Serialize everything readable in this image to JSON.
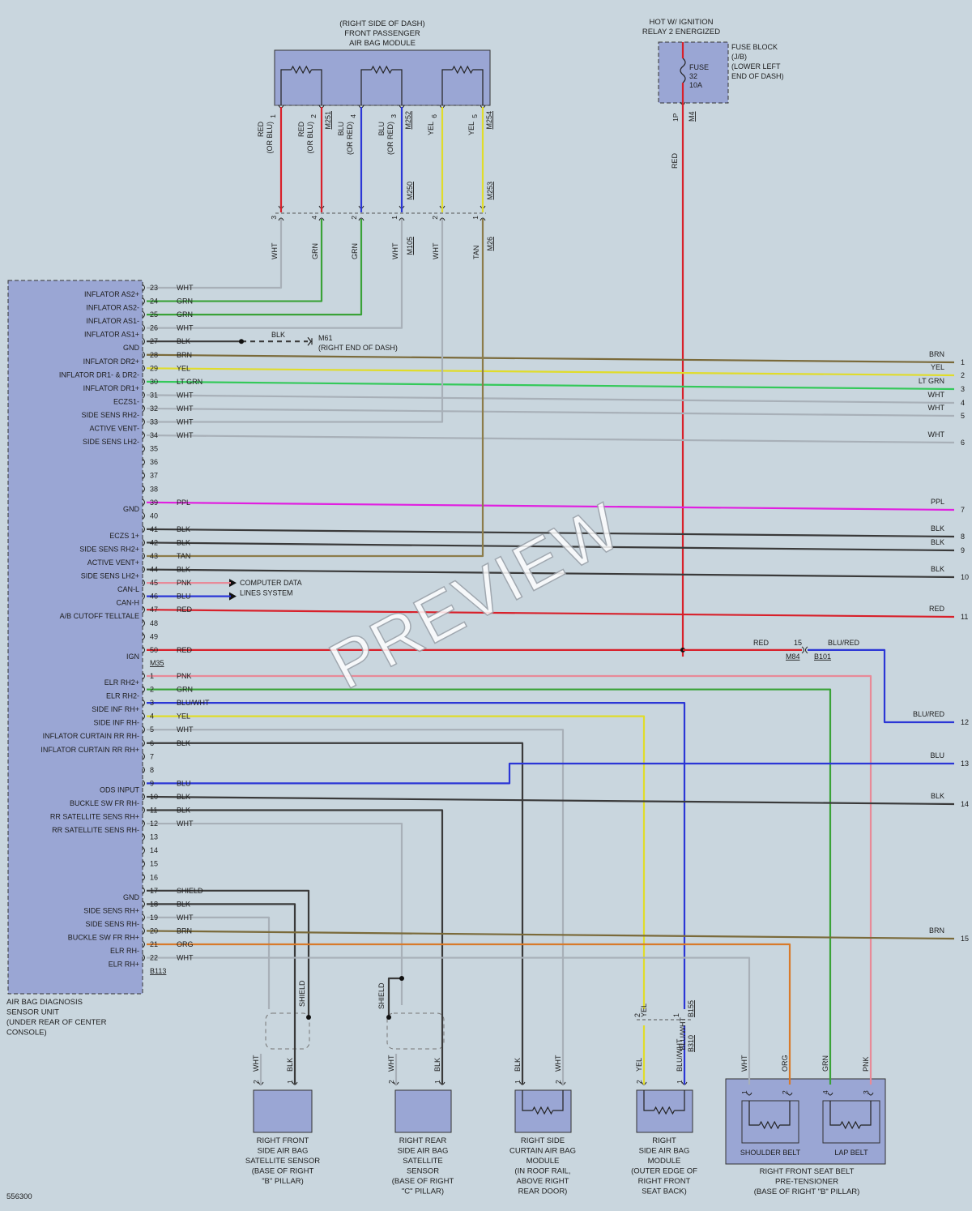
{
  "drawing_id": "556300",
  "watermark": "PREVIEW",
  "colors": {
    "background": "#c9d6de",
    "box_fill": "#9aa6d4",
    "RED": "#d8202a",
    "BLU": "#2b36d6",
    "YEL": "#e0dc2a",
    "GRN": "#3aa238",
    "LTGRN": "#34c95a",
    "WHT": "#a8b0b8",
    "BRN": "#7a6a3a",
    "TAN": "#8c7c4a",
    "BLK": "#3a3a3a",
    "PPL": "#e020e0",
    "PNK": "#e88a98",
    "ORG": "#d87a2a"
  },
  "front_module": {
    "title_lines": [
      "(RIGHT SIDE OF DASH)",
      "FRONT PASSENGER",
      "AIR BAG MODULE"
    ],
    "pins": [
      {
        "pin": "1",
        "color": "RED",
        "label_lines": [
          "RED",
          "(OR BLU)"
        ]
      },
      {
        "pin": "2",
        "color": "RED",
        "label_lines": [
          "RED",
          "(OR BLU)"
        ],
        "connector": "M251"
      },
      {
        "pin": "4",
        "color": "BLU",
        "label_lines": [
          "BLU",
          "(OR RED)"
        ]
      },
      {
        "pin": "3",
        "color": "BLU",
        "label_lines": [
          "BLU",
          "(OR RED)"
        ],
        "connector": "M252"
      },
      {
        "pin": "6",
        "color": "YEL",
        "label_lines": [
          "YEL"
        ]
      },
      {
        "pin": "5",
        "color": "YEL",
        "label_lines": [
          "YEL"
        ],
        "connector": "M254"
      }
    ],
    "mid_connectors": [
      "M250",
      "M253"
    ],
    "lower_connectors": [
      "M105",
      "M26"
    ],
    "lower_pins": [
      {
        "pin": "3",
        "color": "WHT",
        "label": "WHT"
      },
      {
        "pin": "4",
        "color": "GRN",
        "label": "GRN"
      },
      {
        "pin": "2",
        "color": "GRN",
        "label": "GRN"
      },
      {
        "pin": "1",
        "color": "WHT",
        "label": "WHT"
      },
      {
        "pin": "2",
        "color": "WHT",
        "label": "WHT"
      },
      {
        "pin": "1",
        "color": "TAN",
        "label": "TAN"
      }
    ]
  },
  "hot_label_lines": [
    "HOT W/ IGNITION",
    "RELAY 2 ENERGIZED"
  ],
  "fuse": {
    "label_lines": [
      "FUSE",
      "32",
      "10A"
    ],
    "block_lines": [
      "FUSE BLOCK",
      "(J/B)",
      "(LOWER LEFT",
      "END OF DASH)"
    ],
    "pin": "1P",
    "connector": "M4",
    "wire_label": "RED"
  },
  "main_unit": {
    "name_lines": [
      "AIR BAG DIAGNOSIS",
      "SENSOR UNIT",
      "(UNDER REAR OF CENTER",
      "CONSOLE)"
    ],
    "connector_a": "M35",
    "connector_b": "B113",
    "upper_pins": [
      {
        "pin": "23",
        "name": "INFLATOR AS2+",
        "color": "WHT",
        "label": "WHT"
      },
      {
        "pin": "24",
        "name": "INFLATOR AS2-",
        "color": "GRN",
        "label": "GRN"
      },
      {
        "pin": "25",
        "name": "INFLATOR AS1-",
        "color": "GRN",
        "label": "GRN"
      },
      {
        "pin": "26",
        "name": "INFLATOR AS1+",
        "color": "WHT",
        "label": "WHT"
      },
      {
        "pin": "27",
        "name": "GND",
        "color": "BLK",
        "label": "BLK"
      },
      {
        "pin": "28",
        "name": "INFLATOR DR2+",
        "color": "BRN",
        "label": "BRN"
      },
      {
        "pin": "29",
        "name": "INFLATOR DR1- & DR2-",
        "color": "YEL",
        "label": "YEL"
      },
      {
        "pin": "30",
        "name": "INFLATOR DR1+",
        "color": "LTGRN",
        "label": "LT GRN"
      },
      {
        "pin": "31",
        "name": "ECZS1-",
        "color": "WHT",
        "label": "WHT"
      },
      {
        "pin": "32",
        "name": "SIDE SENS RH2-",
        "color": "WHT",
        "label": "WHT"
      },
      {
        "pin": "33",
        "name": "ACTIVE VENT-",
        "color": "WHT",
        "label": "WHT"
      },
      {
        "pin": "34",
        "name": "SIDE SENS LH2-",
        "color": "WHT",
        "label": "WHT"
      },
      {
        "pin": "35",
        "name": "",
        "color": "",
        "label": ""
      },
      {
        "pin": "36",
        "name": "",
        "color": "",
        "label": ""
      },
      {
        "pin": "37",
        "name": "",
        "color": "",
        "label": ""
      },
      {
        "pin": "38",
        "name": "",
        "color": "",
        "label": ""
      },
      {
        "pin": "39",
        "name": "GND",
        "color": "PPL",
        "label": "PPL"
      },
      {
        "pin": "40",
        "name": "",
        "color": "",
        "label": ""
      },
      {
        "pin": "41",
        "name": "ECZS 1+",
        "color": "BLK",
        "label": "BLK"
      },
      {
        "pin": "42",
        "name": "SIDE SENS RH2+",
        "color": "BLK",
        "label": "BLK"
      },
      {
        "pin": "43",
        "name": "ACTIVE VENT+",
        "color": "TAN",
        "label": "TAN"
      },
      {
        "pin": "44",
        "name": "SIDE SENS LH2+",
        "color": "BLK",
        "label": "BLK"
      },
      {
        "pin": "45",
        "name": "CAN-L",
        "color": "PNK",
        "label": "PNK"
      },
      {
        "pin": "46",
        "name": "CAN-H",
        "color": "BLU",
        "label": "BLU"
      },
      {
        "pin": "47",
        "name": "A/B CUTOFF TELLTALE",
        "color": "RED",
        "label": "RED"
      },
      {
        "pin": "48",
        "name": "",
        "color": "",
        "label": ""
      },
      {
        "pin": "49",
        "name": "",
        "color": "",
        "label": ""
      },
      {
        "pin": "50",
        "name": "IGN",
        "color": "RED",
        "label": "RED"
      }
    ],
    "lower_pins": [
      {
        "pin": "1",
        "name": "ELR RH2+",
        "color": "PNK",
        "label": "PNK"
      },
      {
        "pin": "2",
        "name": "ELR RH2-",
        "color": "GRN",
        "label": "GRN"
      },
      {
        "pin": "3",
        "name": "SIDE INF RH+",
        "color": "BLU",
        "label": "BLU/WHT"
      },
      {
        "pin": "4",
        "name": "SIDE INF RH-",
        "color": "YEL",
        "label": "YEL"
      },
      {
        "pin": "5",
        "name": "INFLATOR CURTAIN RR RH-",
        "color": "WHT",
        "label": "WHT"
      },
      {
        "pin": "6",
        "name": "INFLATOR CURTAIN RR RH+",
        "color": "BLK",
        "label": "BLK"
      },
      {
        "pin": "7",
        "name": "",
        "color": "",
        "label": ""
      },
      {
        "pin": "8",
        "name": "",
        "color": "",
        "label": ""
      },
      {
        "pin": "9",
        "name": "ODS INPUT",
        "color": "BLU",
        "label": "BLU"
      },
      {
        "pin": "10",
        "name": "BUCKLE SW FR RH-",
        "color": "BLK",
        "label": "BLK"
      },
      {
        "pin": "11",
        "name": "RR SATELLITE SENS RH+",
        "color": "BLK",
        "label": "BLK"
      },
      {
        "pin": "12",
        "name": "RR SATELLITE SENS RH-",
        "color": "WHT",
        "label": "WHT"
      },
      {
        "pin": "13",
        "name": "",
        "color": "",
        "label": ""
      },
      {
        "pin": "14",
        "name": "",
        "color": "",
        "label": ""
      },
      {
        "pin": "15",
        "name": "",
        "color": "",
        "label": ""
      },
      {
        "pin": "16",
        "name": "",
        "color": "",
        "label": ""
      },
      {
        "pin": "17",
        "name": "GND",
        "color": "BLK",
        "label": "SHIELD"
      },
      {
        "pin": "18",
        "name": "SIDE SENS RH+",
        "color": "BLK",
        "label": "BLK"
      },
      {
        "pin": "19",
        "name": "SIDE SENS RH-",
        "color": "WHT",
        "label": "WHT"
      },
      {
        "pin": "20",
        "name": "BUCKLE SW FR RH+",
        "color": "BRN",
        "label": "BRN"
      },
      {
        "pin": "21",
        "name": "ELR RH-",
        "color": "ORG",
        "label": "ORG"
      },
      {
        "pin": "22",
        "name": "ELR RH+",
        "color": "WHT",
        "label": "WHT"
      }
    ]
  },
  "ground_m61": {
    "connector": "M61",
    "location": "(RIGHT END OF DASH)",
    "wire_label": "BLK"
  },
  "computer_data_lines": [
    "COMPUTER DATA",
    "LINES SYSTEM"
  ],
  "right_terminals": [
    {
      "num": "1",
      "label": "BRN",
      "color": "BRN"
    },
    {
      "num": "2",
      "label": "YEL",
      "color": "YEL"
    },
    {
      "num": "3",
      "label": "LT GRN",
      "color": "LTGRN"
    },
    {
      "num": "4",
      "label": "WHT",
      "color": "WHT"
    },
    {
      "num": "5",
      "label": "WHT",
      "color": "WHT"
    },
    {
      "num": "6",
      "label": "WHT",
      "color": "WHT"
    },
    {
      "num": "7",
      "label": "PPL",
      "color": "PPL"
    },
    {
      "num": "8",
      "label": "BLK",
      "color": "BLK"
    },
    {
      "num": "9",
      "label": "BLK",
      "color": "BLK"
    },
    {
      "num": "10",
      "label": "BLK",
      "color": "BLK"
    },
    {
      "num": "11",
      "label": "RED",
      "color": "RED"
    },
    {
      "num": "12",
      "label": "BLU/RED",
      "color": "BLU"
    },
    {
      "num": "13",
      "label": "BLU",
      "color": "BLU"
    },
    {
      "num": "14",
      "label": "BLK",
      "color": "BLK"
    },
    {
      "num": "15",
      "label": "BRN",
      "color": "BRN"
    }
  ],
  "ign_junction": {
    "left_label": "RED",
    "pin": "15",
    "conn_a": "M84",
    "conn_b": "B101",
    "right_label": "BLU/RED"
  },
  "components": [
    {
      "id": "sat-front",
      "name_lines": [
        "RIGHT FRONT",
        "SIDE AIR BAG",
        "SATELLITE SENSOR",
        "(BASE OF RIGHT",
        "\"B\" PILLAR)"
      ],
      "pins": [
        {
          "pin": "2",
          "label": "WHT"
        },
        {
          "pin": "1",
          "label": "BLK"
        }
      ],
      "shield": "SHIELD"
    },
    {
      "id": "sat-rear",
      "name_lines": [
        "RIGHT REAR",
        "SIDE AIR BAG",
        "SATELLITE",
        "SENSOR",
        "(BASE OF RIGHT",
        "\"C\" PILLAR)"
      ],
      "pins": [
        {
          "pin": "2",
          "label": "WHT"
        },
        {
          "pin": "1",
          "label": "BLK"
        }
      ],
      "shield": "SHIELD"
    },
    {
      "id": "curtain",
      "name_lines": [
        "RIGHT SIDE",
        "CURTAIN AIR BAG",
        "MODULE",
        "(IN ROOF RAIL,",
        "ABOVE RIGHT",
        "REAR DOOR)"
      ],
      "pins": [
        {
          "pin": "1",
          "label": "BLK"
        },
        {
          "pin": "2",
          "label": "WHT"
        }
      ]
    },
    {
      "id": "side-module",
      "name_lines": [
        "RIGHT",
        "SIDE AIR BAG",
        "MODULE",
        "(OUTER EDGE OF",
        "RIGHT FRONT",
        "SEAT BACK)"
      ],
      "pins": [
        {
          "pin": "2",
          "label": "YEL"
        },
        {
          "pin": "1",
          "label": "BLU/WHT"
        }
      ],
      "upper_pins": [
        {
          "pin": "2",
          "label": "YEL"
        },
        {
          "pin": "1",
          "label": "BLU/WHT"
        }
      ],
      "connectors": [
        "B155",
        "B310"
      ]
    },
    {
      "id": "pretensioner",
      "name_lines": [
        "RIGHT FRONT SEAT BELT",
        "PRE-TENSIONER",
        "(BASE OF RIGHT \"B\" PILLAR)"
      ],
      "pins": [
        {
          "pin": "1",
          "label": "WHT"
        },
        {
          "pin": "2",
          "label": "ORG"
        },
        {
          "pin": "4",
          "label": "GRN"
        },
        {
          "pin": "3",
          "label": "PNK"
        }
      ],
      "sub_labels": [
        "SHOULDER BELT",
        "LAP BELT"
      ]
    }
  ]
}
